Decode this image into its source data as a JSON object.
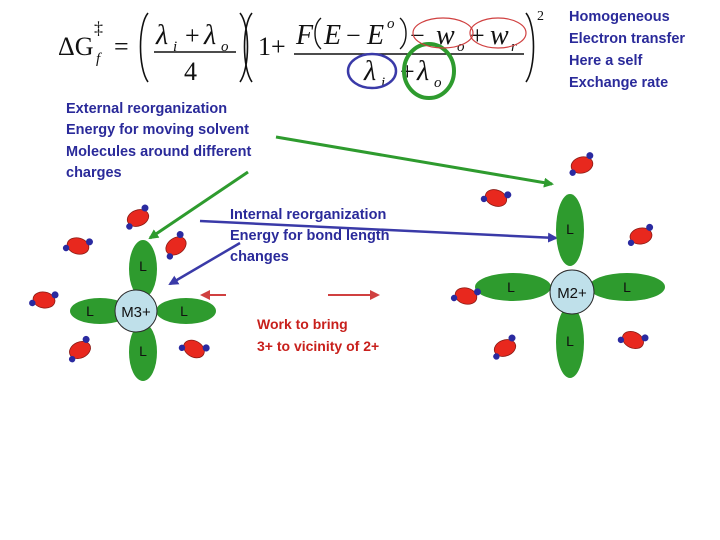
{
  "equation": {
    "lhs": "ΔG",
    "lhs_sub": "f",
    "dagger": "‡",
    "equals": "=",
    "lambda_i": "λ",
    "sub_i": "i",
    "plus": "+",
    "lambda_o": "λ",
    "sub_o": "o",
    "denominator": "4",
    "one_plus": "1+",
    "F": "F",
    "E": "E",
    "minus": "−",
    "E0": "E",
    "E0_sup": "o",
    "w_o": "w",
    "w_o_sub": "o",
    "w_r": "w",
    "w_r_sub": "r",
    "exponent": "2"
  },
  "notes": {
    "homogeneous": [
      "Homogeneous",
      "Electron transfer",
      "Here a self",
      "Exchange rate"
    ],
    "external": [
      "External reorganization",
      "Energy for moving solvent",
      "Molecules around different",
      "charges"
    ],
    "internal": [
      "Internal reorganization",
      "Energy for bond length",
      "changes"
    ],
    "work": [
      "Work to bring",
      "3+ to vicinity of 2+"
    ]
  },
  "complexes": {
    "left_center": "M3+",
    "right_center": "M2+",
    "ligand": "L"
  },
  "colors": {
    "green": "#2e9b2e",
    "blue": "#3a3aa8",
    "red_ellipse": "#d04040",
    "center_fill": "#bfe0ea",
    "solvent": "#e8281e",
    "text_note": "#2a2a9a",
    "text_work": "#c8201c"
  }
}
